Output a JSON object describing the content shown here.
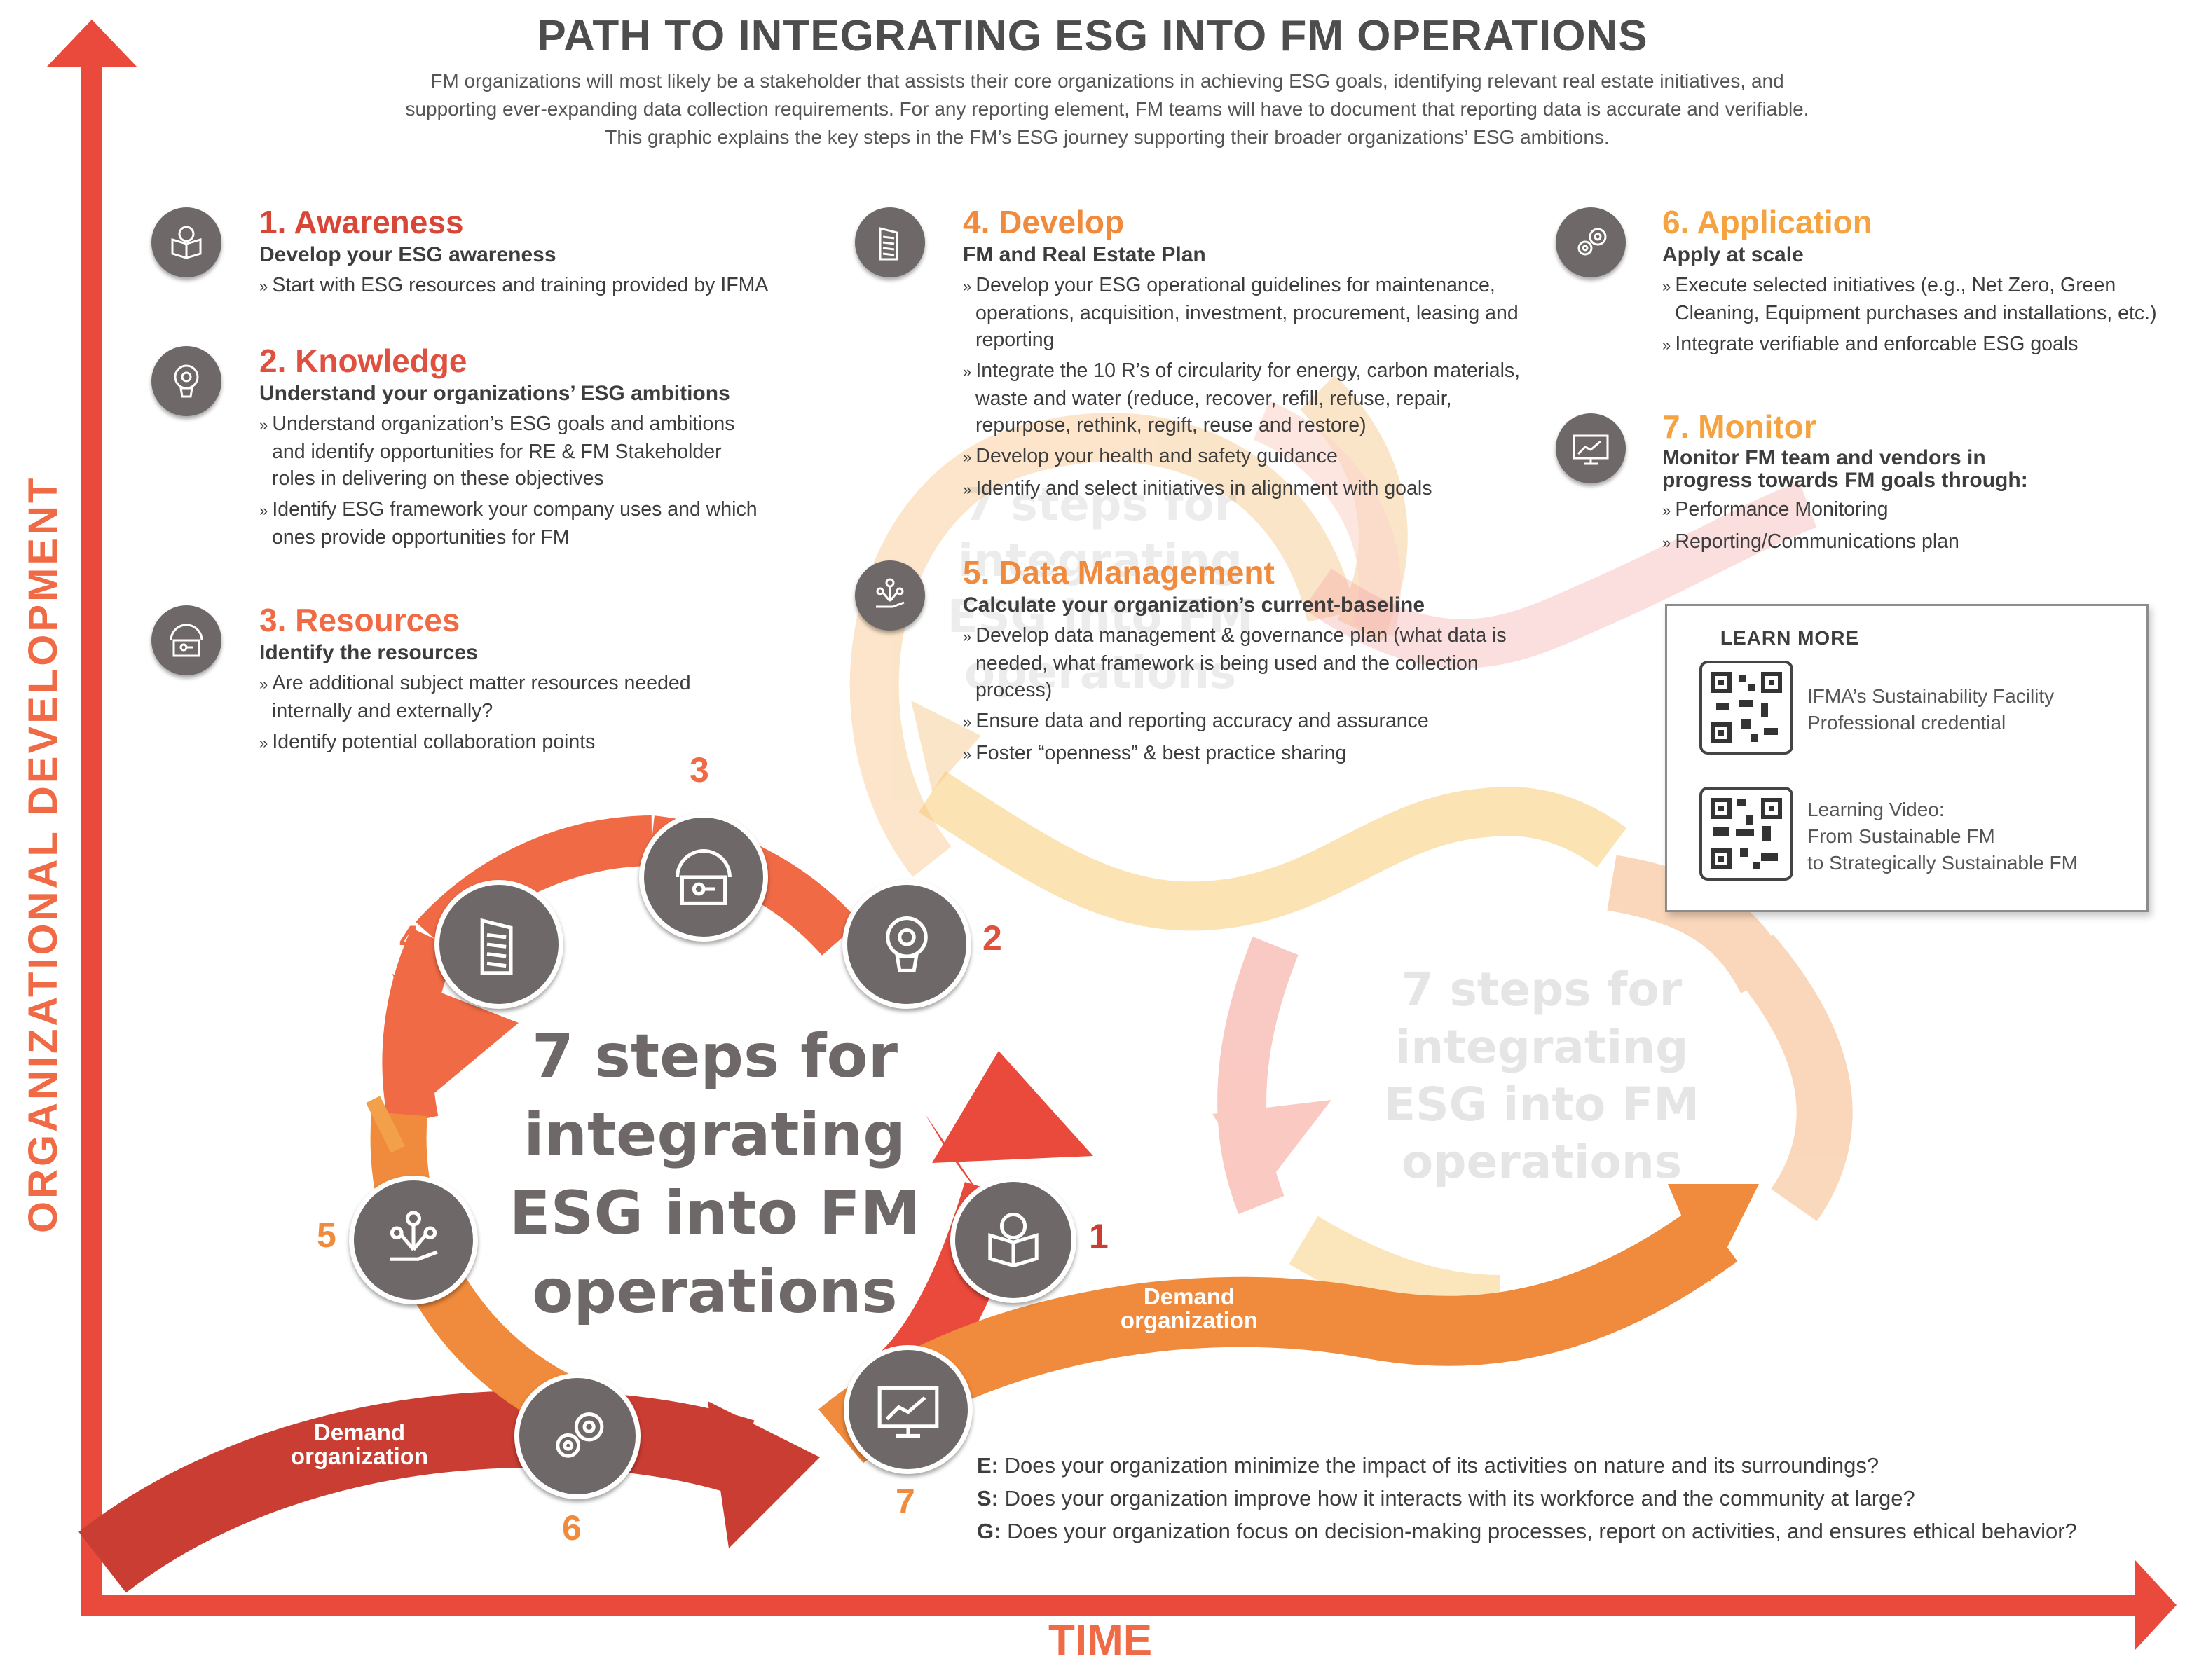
{
  "title": "PATH TO INTEGRATING ESG INTO FM OPERATIONS",
  "intro": "FM organizations will most likely be a stakeholder that assists their core organizations in achieving ESG goals, identifying relevant real estate initiatives, and supporting ever-expanding data collection requirements. For any reporting element, FM teams will have to document that reporting data is accurate and verifiable. This graphic explains the key steps in the FM’s ESG journey supporting their broader organizations’ ESG ambitions.",
  "colors": {
    "red": "#d84638",
    "red_dark": "#c5392f",
    "orange": "#ef6a45",
    "orange_mid": "#f08a3c",
    "amber": "#f4a340",
    "icon_gray": "#6e6868"
  },
  "steps": [
    {
      "title": "1. Awareness",
      "subtitle": "Develop your ESG awareness",
      "icon": "book-lightbulb-icon",
      "items": [
        "Start with ESG resources and training provided by IFMA"
      ]
    },
    {
      "title": "2. Knowledge",
      "subtitle": "Understand your organizations’ ESG ambitions",
      "icon": "lightbulb-gear-icon",
      "items": [
        "Understand organization’s ESG goals and ambitions and identify opportunities for RE & FM Stakeholder roles in delivering on these objectives",
        "Identify ESG framework your company uses and which ones provide opportunities for FM"
      ]
    },
    {
      "title": "3. Resources",
      "subtitle": "Identify the resources",
      "icon": "gear-box-key-icon",
      "items": [
        "Are additional subject matter resources needed internally and externally?",
        "Identify potential collaboration points"
      ]
    },
    {
      "title": "4. Develop",
      "subtitle": "FM and Real Estate Plan",
      "icon": "building-icon",
      "items": [
        "Develop your ESG operational guidelines for maintenance, operations, acquisition, investment, procurement, leasing and reporting",
        "Integrate the 10 R’s of circularity for energy, carbon materials, waste and water (reduce, recover, refill, refuse, repair, repurpose, rethink, regift, reuse and restore)",
        "Develop your health and safety guidance",
        "Identify and select initiatives in alignment with goals"
      ]
    },
    {
      "title": "5. Data Management",
      "subtitle": "Calculate your organization’s current-baseline",
      "icon": "hand-network-icon",
      "items": [
        "Develop data management & governance plan (what data is needed, what framework is being used and the collection process)",
        "Ensure data and reporting accuracy and assurance",
        "Foster “openness” & best practice sharing"
      ]
    },
    {
      "title": "6. Application",
      "subtitle": "Apply at scale",
      "icon": "gears-icon",
      "items": [
        "Execute selected initiatives  (e.g., Net Zero, Green Cleaning, Equipment purchases and installations, etc.)",
        "Integrate verifiable and enforcable ESG goals"
      ]
    },
    {
      "title": "7. Monitor",
      "subtitle": "Monitor FM team and vendors in progress towards FM goals through:",
      "icon": "monitor-chart-icon",
      "items": [
        "Performance Monitoring",
        "Reporting/Communications plan"
      ]
    }
  ],
  "learn_more": {
    "heading": "LEARN MORE",
    "links": [
      {
        "text1": "IFMA’s Sustainability Facility",
        "text2": "Professional credential",
        "text3": ""
      },
      {
        "text1": "Learning Video:",
        "text2": "From Sustainable FM",
        "text3": "to Strategically Sustainable FM"
      }
    ]
  },
  "cycle": {
    "center_lines": [
      "7 steps for",
      "integrating",
      "ESG into FM",
      "operations"
    ],
    "numbers": [
      "1",
      "2",
      "3",
      "4",
      "5",
      "6",
      "7"
    ],
    "demand_label": [
      "Demand",
      "organization"
    ]
  },
  "esg_questions": [
    {
      "letter": "E:",
      "text": "Does your organization minimize the impact of its activities on nature and its surroundings?"
    },
    {
      "letter": "S:",
      "text": "Does your organization improve how it interacts with its workforce and the community at large?"
    },
    {
      "letter": "G:",
      "text": "Does your organization focus on decision-making processes, report on activities, and ensures ethical behavior?"
    }
  ],
  "axes": {
    "y": "ORGANIZATIONAL DEVELOPMENT",
    "x": "TIME"
  }
}
